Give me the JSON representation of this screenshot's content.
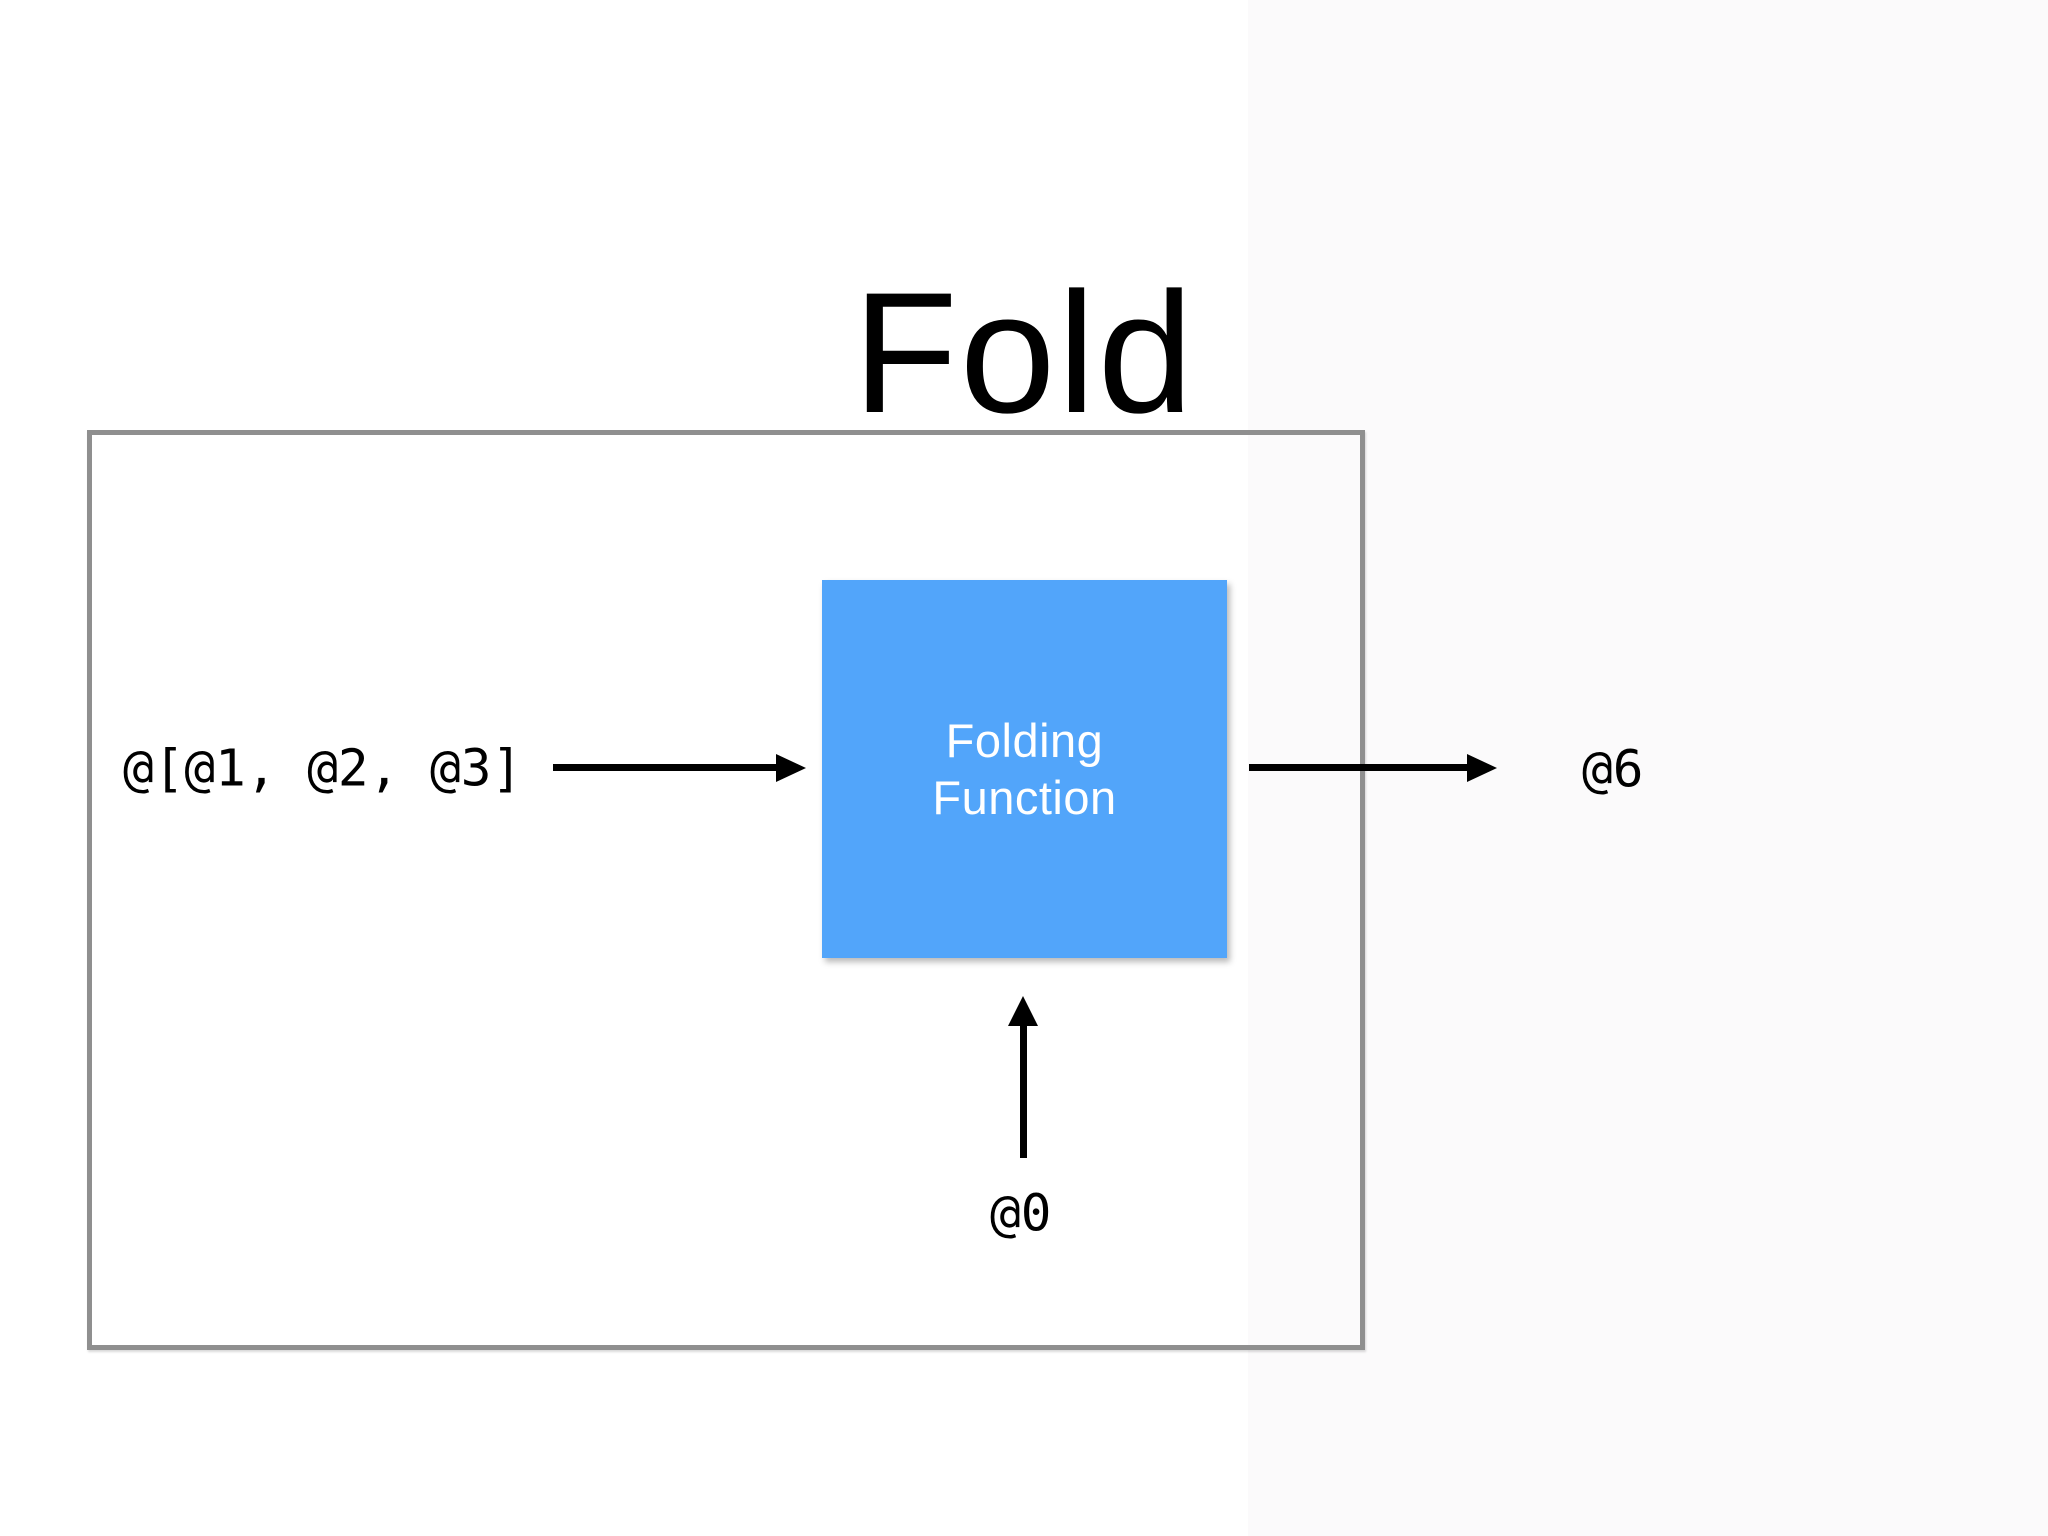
{
  "slide": {
    "title": "Fold"
  },
  "diagram": {
    "input": {
      "label": "@[@1, @2, @3]"
    },
    "function_box": {
      "lines": [
        "Folding",
        "Function"
      ]
    },
    "output": {
      "label": "@6"
    },
    "initial_value": {
      "label": "@0"
    },
    "colors": {
      "function_box_fill": "#52a5fa",
      "function_box_text": "#ffffff",
      "outer_border": "#8f8f8f",
      "arrow": "#000000",
      "background": "#ffffff"
    }
  }
}
